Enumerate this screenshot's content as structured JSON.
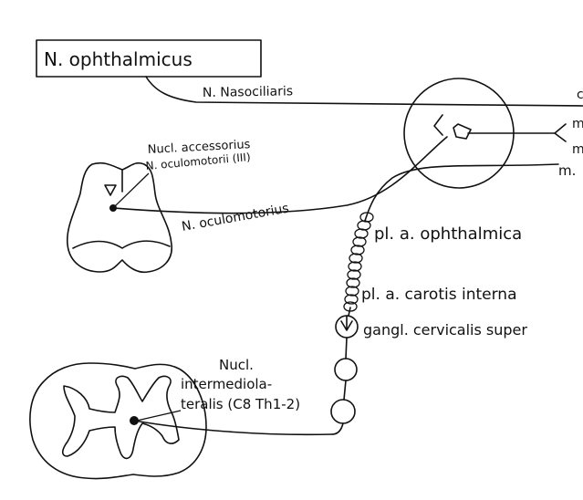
{
  "labels": {
    "box_title": "N. ophthalmicus",
    "nasociliaris": "N. Nasociliaris",
    "nucl_accessorius_1": "Nucl. accessorius",
    "nucl_accessorius_2": "N. oculomotorii (III)",
    "oculomotorius": "N. oculomotorius",
    "pl_ophthalmica": "pl. a. ophthalmica",
    "pl_carotis": "pl. a. carotis interna",
    "gangl_cervicalis": "gangl. cervicalis super",
    "nucl_intermedio_1": "Nucl.",
    "nucl_intermedio_2": "intermediola-",
    "nucl_intermedio_3": "teralis (C8 Th1-2)",
    "right_edge_1": "c",
    "right_edge_2": "m",
    "right_edge_3": "m",
    "right_edge_4": "m."
  }
}
